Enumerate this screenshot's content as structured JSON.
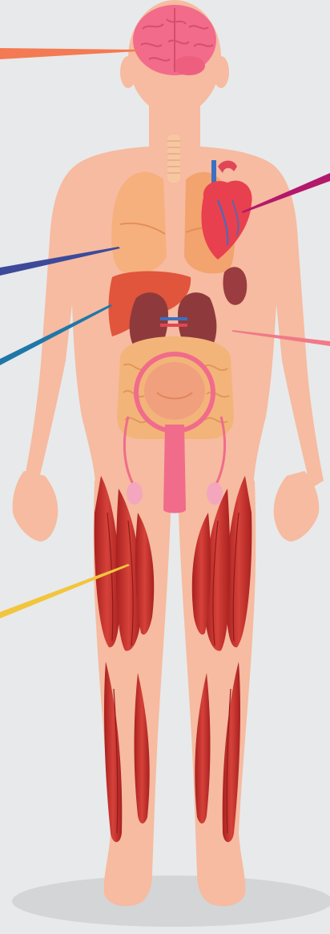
{
  "figure": {
    "background": "#e8e9ea",
    "skin_color": "#f6bba0",
    "skin_shade": "#eea98c",
    "shadow_color": "#d4d5d7"
  },
  "organs": [
    {
      "name": "brain",
      "color": "#f26b8a"
    },
    {
      "name": "lungs",
      "color": "#f6b07e"
    },
    {
      "name": "heart",
      "color": "#e8404f"
    },
    {
      "name": "liver",
      "color": "#e0553c"
    },
    {
      "name": "kidneys",
      "color": "#8e3a3c"
    },
    {
      "name": "spleen",
      "color": "#9b3c40"
    },
    {
      "name": "intestines",
      "color": "#f3b47a"
    },
    {
      "name": "bladder",
      "color": "#f1a07d"
    },
    {
      "name": "reproductive-organs",
      "color": "#f06c8a"
    },
    {
      "name": "leg-muscles",
      "color": "#c8302e"
    }
  ],
  "pointers": [
    {
      "target": "brain",
      "color": "#f47a53"
    },
    {
      "target": "heart",
      "color": "#b3196a"
    },
    {
      "target": "lungs",
      "color": "#3d4a9a"
    },
    {
      "target": "liver",
      "color": "#1f77a8"
    },
    {
      "target": "kidneys",
      "color": "#f07a88"
    },
    {
      "target": "leg-muscles",
      "color": "#f2c53d"
    }
  ]
}
